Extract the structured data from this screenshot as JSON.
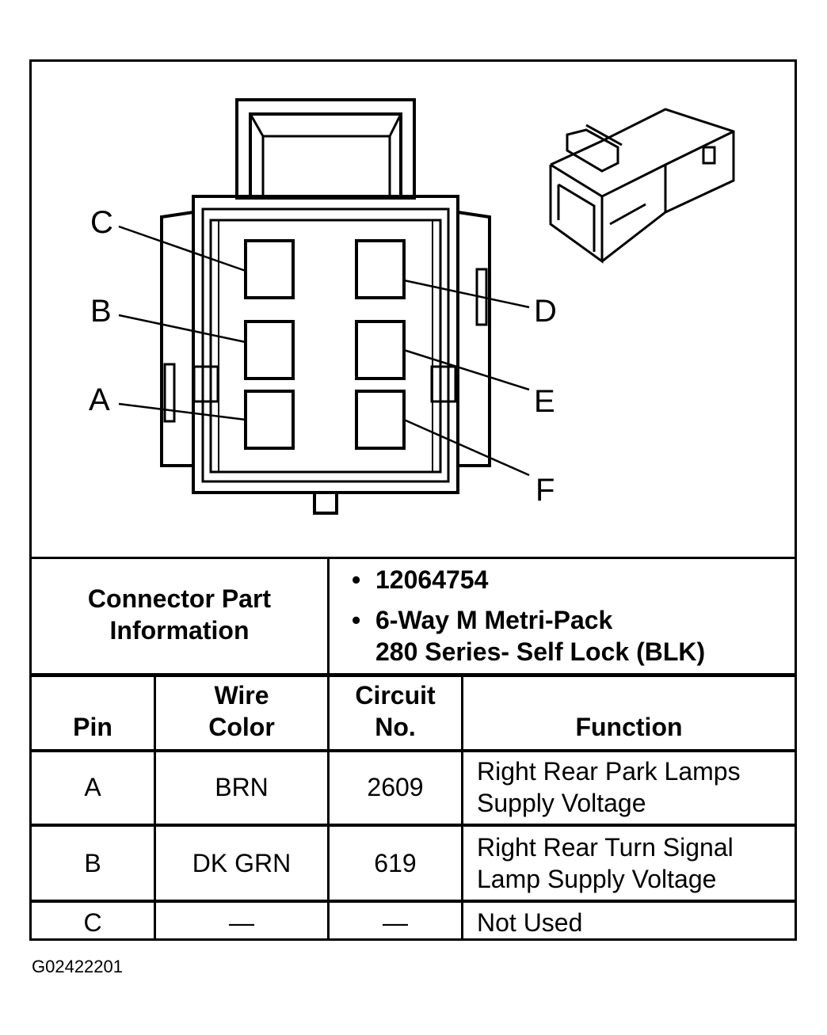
{
  "diagram": {
    "pin_labels": [
      "C",
      "B",
      "A",
      "D",
      "E",
      "F"
    ]
  },
  "connector_info": {
    "label_line1": "Connector Part",
    "label_line2": "Information",
    "part_number": "12064754",
    "description_line1": "6-Way M Metri-Pack",
    "description_line2": "280 Series- Self Lock (BLK)"
  },
  "table": {
    "headers": {
      "pin": "Pin",
      "wire_color_1": "Wire",
      "wire_color_2": "Color",
      "circuit_1": "Circuit",
      "circuit_2": "No.",
      "function": "Function"
    },
    "rows": [
      {
        "pin": "A",
        "wire_color": "BRN",
        "circuit": "2609",
        "function_1": "Right Rear Park Lamps",
        "function_2": "Supply Voltage"
      },
      {
        "pin": "B",
        "wire_color": "DK GRN",
        "circuit": "619",
        "function_1": "Right Rear Turn Signal",
        "function_2": "Lamp Supply Voltage"
      },
      {
        "pin": "C",
        "wire_color": "—",
        "circuit": "—",
        "function_1": "Not Used",
        "function_2": ""
      }
    ]
  },
  "figure_id": "G02422201"
}
